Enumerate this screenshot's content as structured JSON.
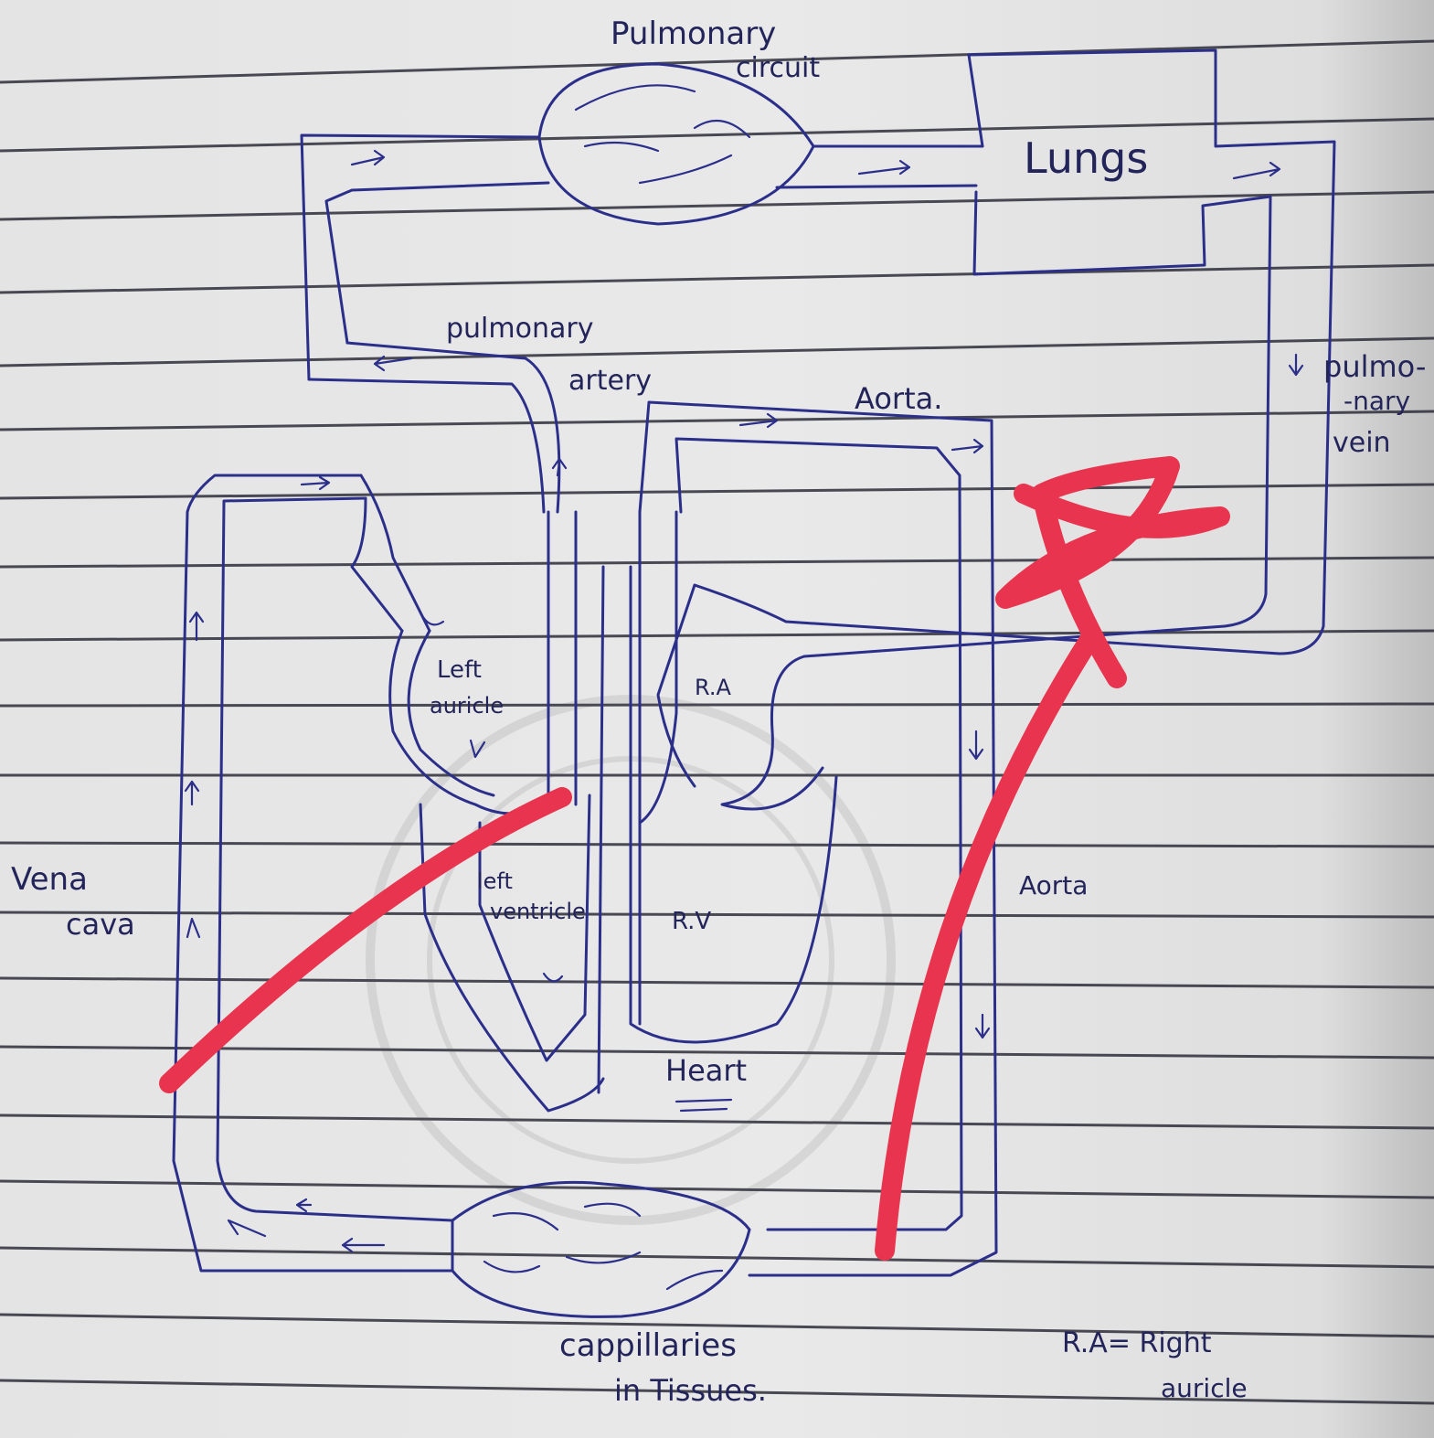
{
  "labels": {
    "pulmonary_circuit_line1": "Pulmonary",
    "pulmonary_circuit_line2": "circuit",
    "lungs": "Lungs",
    "pulmonary_artery_line1": "pulmonary",
    "pulmonary_artery_line2": "artery",
    "aorta_top": "Aorta.",
    "pulmonary_vein_line1": "pulmo-",
    "pulmonary_vein_line2": "-nary",
    "pulmonary_vein_line3": "vein",
    "left_auricle_line1": "Left",
    "left_auricle_line2": "auricle",
    "ra": "R.A",
    "left_ventricle_line1": "left",
    "left_ventricle_line2": "ventricle",
    "rv": "R.V",
    "vena_cava_line1": "Vena",
    "vena_cava_line2": "cava",
    "aorta_right": "Aorta",
    "heart": "Heart",
    "capillaries_line1": "cappillaries",
    "capillaries_line2": "in Tissues.",
    "legend_line1": "R.A= Right",
    "legend_line2": "auricle"
  },
  "colors": {
    "paper": "#e6e6e6",
    "ruled_line": "#2d2d3a",
    "ink": "#2b2f8a",
    "correction_mark": "#e8344e"
  }
}
